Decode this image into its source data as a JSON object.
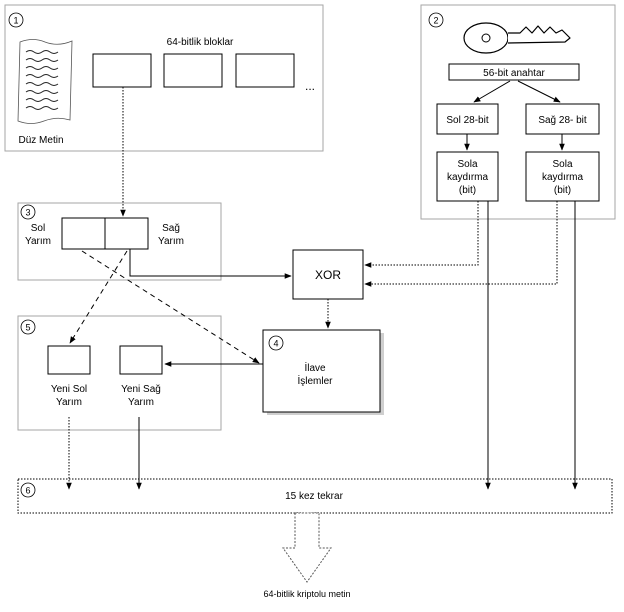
{
  "step_numbers": [
    "1",
    "2",
    "3",
    "4",
    "5",
    "6"
  ],
  "section1": {
    "plaintext_label": "Düz Metin",
    "blocks_label": "64-bitlik bloklar",
    "ellipsis": "..."
  },
  "section2": {
    "key_label": "56-bit anahtar",
    "left_label": "Sol 28-bit",
    "right_label": "Sağ 28- bit",
    "shift_left": [
      "Sola",
      "kaydırma",
      "(bit)"
    ],
    "shift_right": [
      "Sola",
      "kaydırma",
      "(bit)"
    ]
  },
  "section3": {
    "left_half": [
      "Sol",
      "Yarım"
    ],
    "right_half": [
      "Sağ",
      "Yarım"
    ]
  },
  "xor_label": "XOR",
  "section4": {
    "extra_ops": [
      "İlave",
      "İşlemler"
    ]
  },
  "section5": {
    "new_left": [
      "Yeni Sol",
      "Yarım"
    ],
    "new_right": [
      "Yeni Sağ",
      "Yarım"
    ]
  },
  "repeat_label": "15 kez tekrar",
  "output_label": "64-bitlik kriptolu metin",
  "colors": {
    "line": "#000000",
    "frame": "#a6a6a6",
    "shadow": "#cfcfcf"
  }
}
